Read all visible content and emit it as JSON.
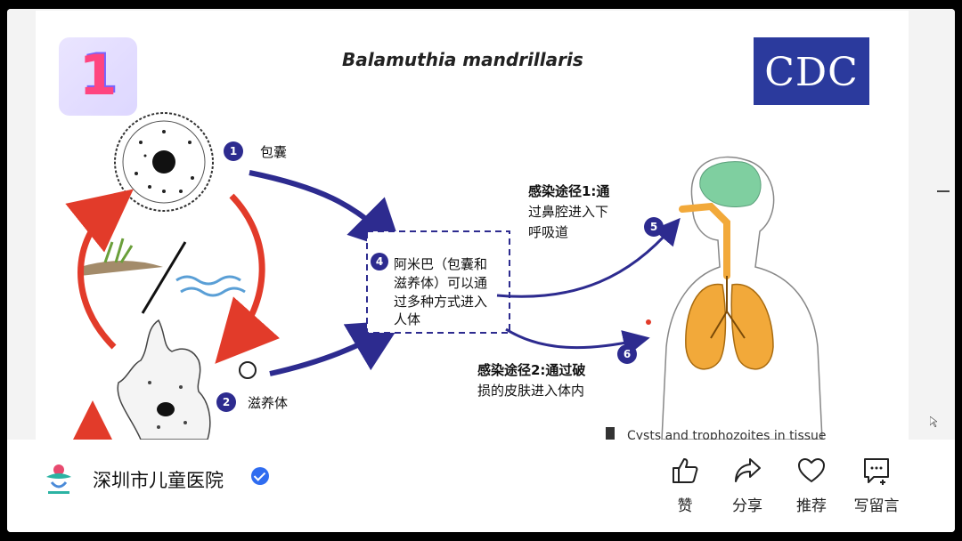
{
  "slide": {
    "title": "Balamuthia mandrillaris",
    "logo_text": "CDC",
    "overlay_badge": "1",
    "steps": [
      {
        "num": "1",
        "label": "包囊"
      },
      {
        "num": "2",
        "label": "滋养体"
      },
      {
        "num": "4",
        "lines": [
          "阿米巴（包囊和",
          "滋养体）可以通",
          "过多种方式进入",
          "人体"
        ]
      },
      {
        "num": "5"
      },
      {
        "num": "6"
      }
    ],
    "route1": {
      "lines": [
        "感染途径1:通",
        "过鼻腔进入下",
        "呼吸道"
      ]
    },
    "route2": {
      "lines": [
        "感染途径2:通过破",
        "损的皮肤进入体内"
      ]
    },
    "bottom_caption": "Cysts and trophozoites in tissue"
  },
  "colors": {
    "arrow_blue": "#2d2b8f",
    "arrow_red": "#e23b2a",
    "brain": "#7fcfa0",
    "lungs": "#f2a93a",
    "cdc_blue": "#2b3a9d"
  },
  "footer": {
    "org_name": "深圳市儿童医院",
    "verified_icon": "verified-icon",
    "actions": [
      {
        "label": "赞",
        "icon": "thumbs-up-icon"
      },
      {
        "label": "分享",
        "icon": "share-icon"
      },
      {
        "label": "推荐",
        "icon": "heart-icon"
      },
      {
        "label": "写留言",
        "icon": "comment-icon"
      }
    ]
  }
}
